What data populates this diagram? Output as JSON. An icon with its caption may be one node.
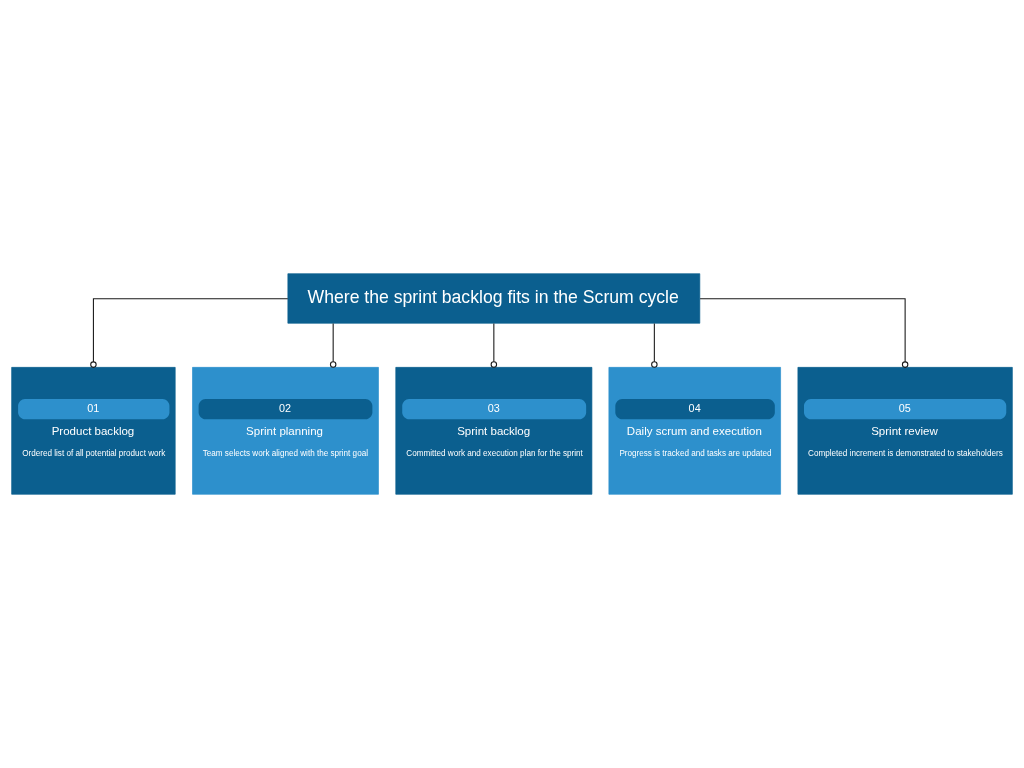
{
  "diagram": {
    "nodes": [
      {
        "text": [
          "Where the sprint backlog fits in the Scrum cycle"
        ]
      },
      {
        "text": [
          "01",
          "Product backlog",
          "Ordered list of all potential product work"
        ]
      },
      {
        "text": [
          "02",
          "Sprint planning",
          "Team selects work aligned with the sprint goal"
        ]
      },
      {
        "text": [
          "03",
          "Sprint backlog",
          "Committed work and execution plan for the sprint"
        ]
      },
      {
        "text": [
          "04",
          "Daily scrum and execution",
          "Progress is tracked and tasks are updated"
        ]
      },
      {
        "text": [
          "05",
          "Sprint review",
          "Completed increment is demonstrated to stakeholders"
        ]
      }
    ],
    "edges": [
      {
        "from": 0,
        "to": 1,
        "arrow": "other"
      },
      {
        "from": 0,
        "to": 2,
        "arrow": "other"
      },
      {
        "from": 0,
        "to": 3,
        "arrow": "other"
      },
      {
        "from": 0,
        "to": 4,
        "arrow": "other"
      },
      {
        "from": 0,
        "to": 5,
        "arrow": "other"
      }
    ]
  }
}
